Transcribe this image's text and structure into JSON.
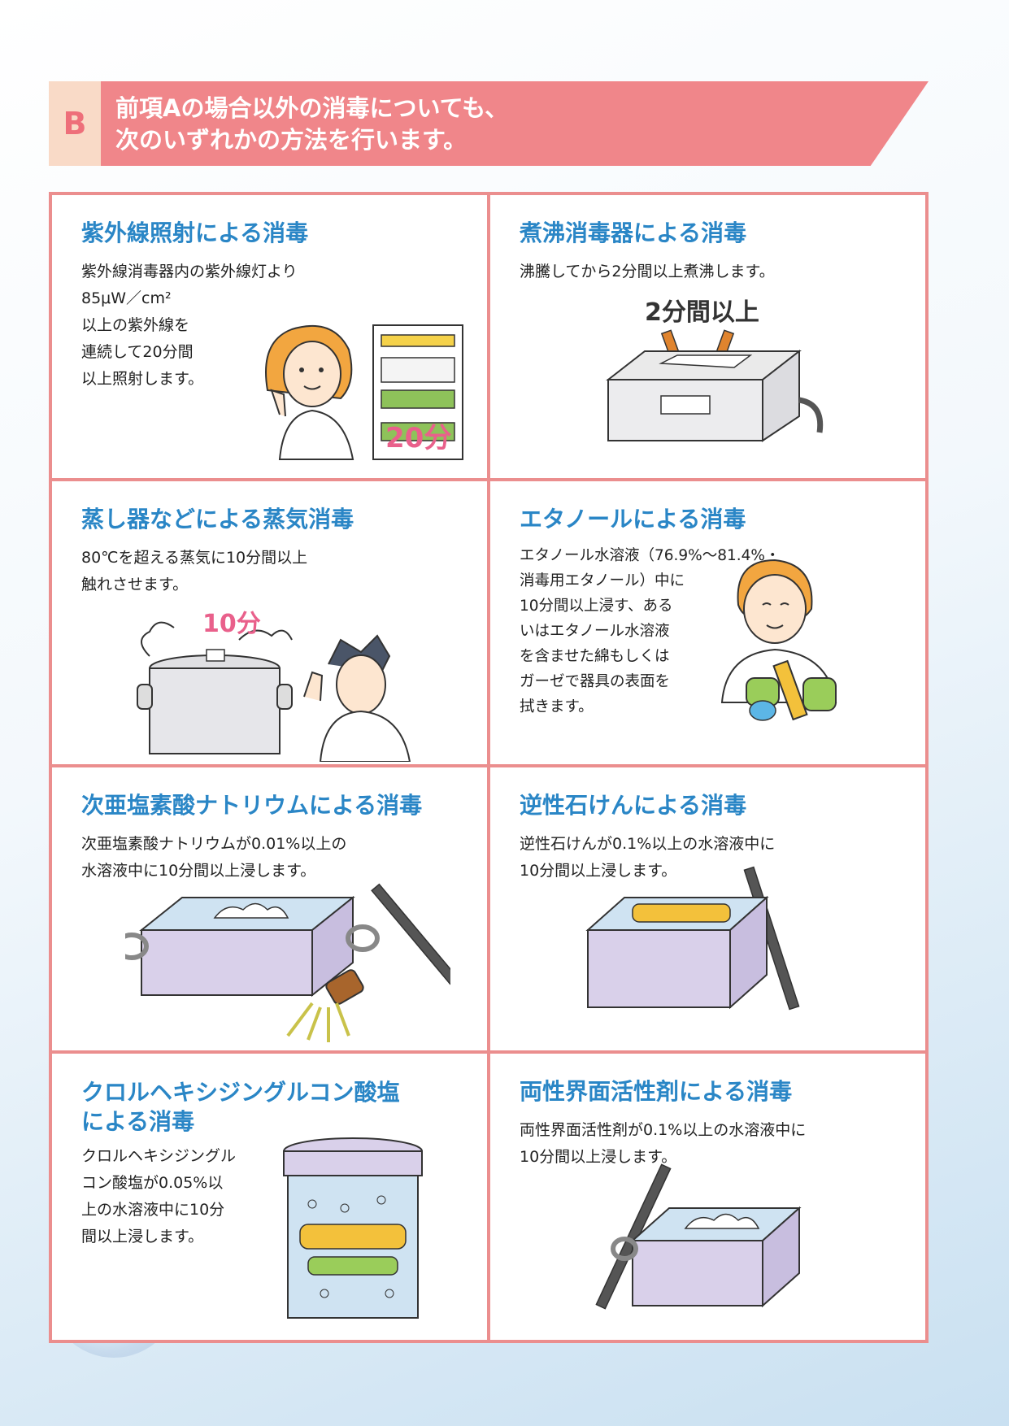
{
  "header": {
    "badge": "B",
    "title_lines": [
      "前項Aの場合以外の消毒についても、",
      "次のいずれかの方法を行います。"
    ]
  },
  "cells": [
    {
      "title": "紫外線照射による消毒",
      "body_lines": [
        "紫外線消毒器内の紫外線灯より",
        "85μW／cm²",
        "以上の紫外線を",
        "連続して20分間",
        "以上照射します。"
      ],
      "illustration_label": "20分"
    },
    {
      "title": "煮沸消毒器による消毒",
      "body_lines": [
        "沸騰してから2分間以上煮沸します。"
      ],
      "illustration_label": "2分間以上"
    },
    {
      "title": "蒸し器などによる蒸気消毒",
      "body_lines": [
        "80℃を超える蒸気に10分間以上",
        "触れさせます。"
      ],
      "illustration_label": "10分"
    },
    {
      "title": "エタノールによる消毒",
      "body_lines": [
        "エタノール水溶液（76.9%〜81.4%・",
        "消毒用エタノール）中に",
        "10分間以上浸す、ある",
        "いはエタノール水溶液",
        "を含ませた綿もしくは",
        "ガーゼで器具の表面を",
        "拭きます。"
      ]
    },
    {
      "title": "次亜塩素酸ナトリウムによる消毒",
      "body_lines": [
        "次亜塩素酸ナトリウムが0.01%以上の",
        "水溶液中に10分間以上浸します。"
      ]
    },
    {
      "title": "逆性石けんによる消毒",
      "body_lines": [
        "逆性石けんが0.1%以上の水溶液中に",
        "10分間以上浸します。"
      ]
    },
    {
      "title_lines": [
        "クロルヘキシジングルコン酸塩",
        "による消毒"
      ],
      "body_lines": [
        "クロルヘキシジングル",
        "コン酸塩が0.05%以",
        "上の水溶液中に10分",
        "間以上浸します。"
      ]
    },
    {
      "title": "両性界面活性剤による消毒",
      "body_lines": [
        "両性界面活性剤が0.1%以上の水溶液中に",
        "10分間以上浸します。"
      ]
    }
  ],
  "colors": {
    "accent_pink": "#f0868a",
    "badge_bg": "#f9dac7",
    "badge_text": "#ee6f7a",
    "title_blue": "#2a86c6",
    "grid_line": "#eb8e8e"
  },
  "icons": [
    "uv-sterilizer-icon",
    "boiling-sterilizer-icon",
    "steam-pot-icon",
    "ethanol-wipe-icon",
    "hypochlorite-tray-icon",
    "soap-tray-icon",
    "chlorhexidine-jar-icon",
    "surfactant-tray-icon"
  ]
}
